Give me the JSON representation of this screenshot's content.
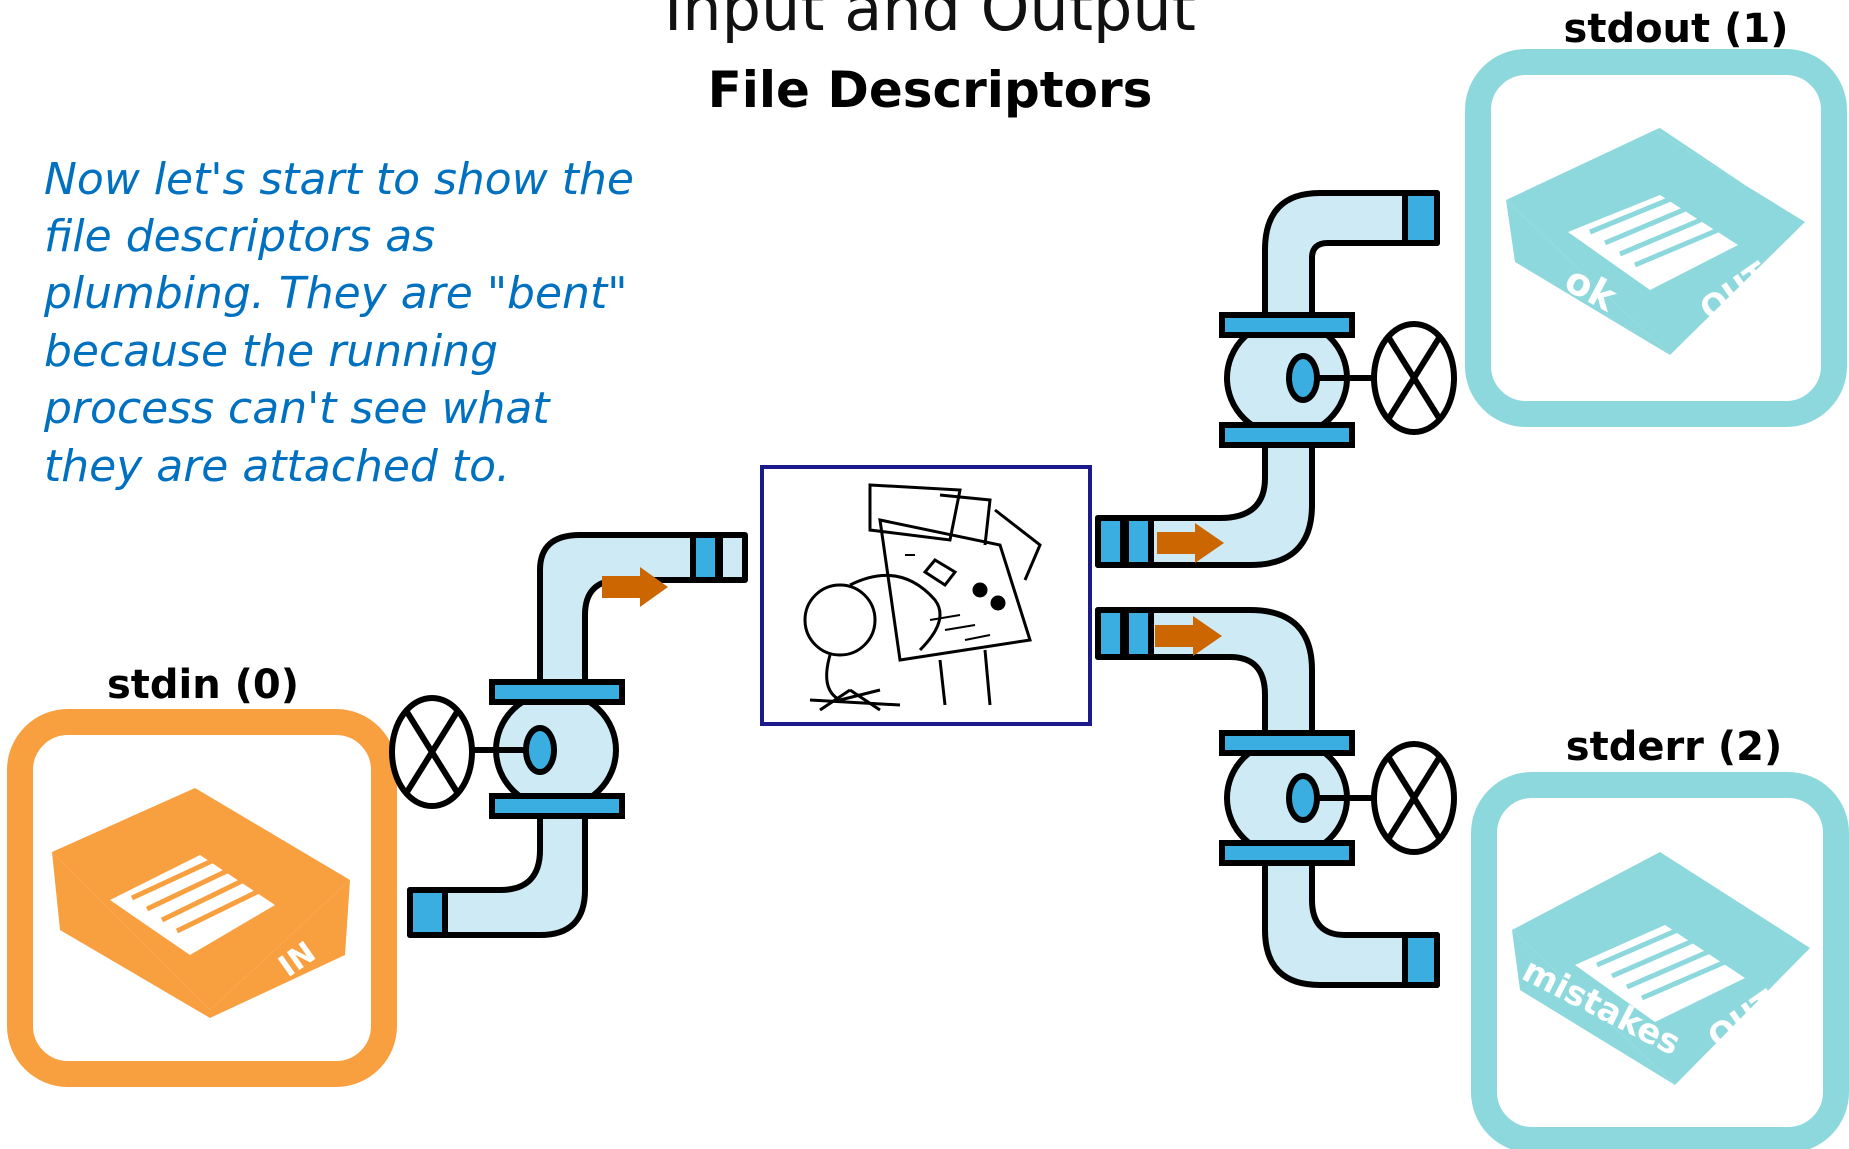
{
  "slide": {
    "title": "Input and Output",
    "subtitle": "File Descriptors",
    "caption_lines": [
      "Now let's start to show the",
      "file descriptors as",
      "plumbing. They are \"bent\"",
      "because the running",
      "process can't see what",
      "they are attached to."
    ]
  },
  "streams": {
    "stdin": {
      "label": "stdin (0)",
      "tray_labels": [
        "IN"
      ]
    },
    "stdout": {
      "label": "stdout (1)",
      "tray_labels": [
        "ok",
        "OUT"
      ]
    },
    "stderr": {
      "label": "stderr (2)",
      "tray_labels": [
        "mistakes",
        "OUT"
      ]
    }
  },
  "colors": {
    "caption_blue": "#0070c0",
    "pipe_fill": "#cdeaf5",
    "pipe_cap": "#3aaee0",
    "arrow_orange": "#cc6600",
    "stdin_orange": "#f8a040",
    "stdout_teal": "#8dd8dc",
    "process_border": "#1a1a8a"
  },
  "icons": [
    "process-operator-icon",
    "valve-wheel-icon",
    "inbox-tray-icon",
    "outbox-tray-icon",
    "flow-arrow-icon"
  ]
}
